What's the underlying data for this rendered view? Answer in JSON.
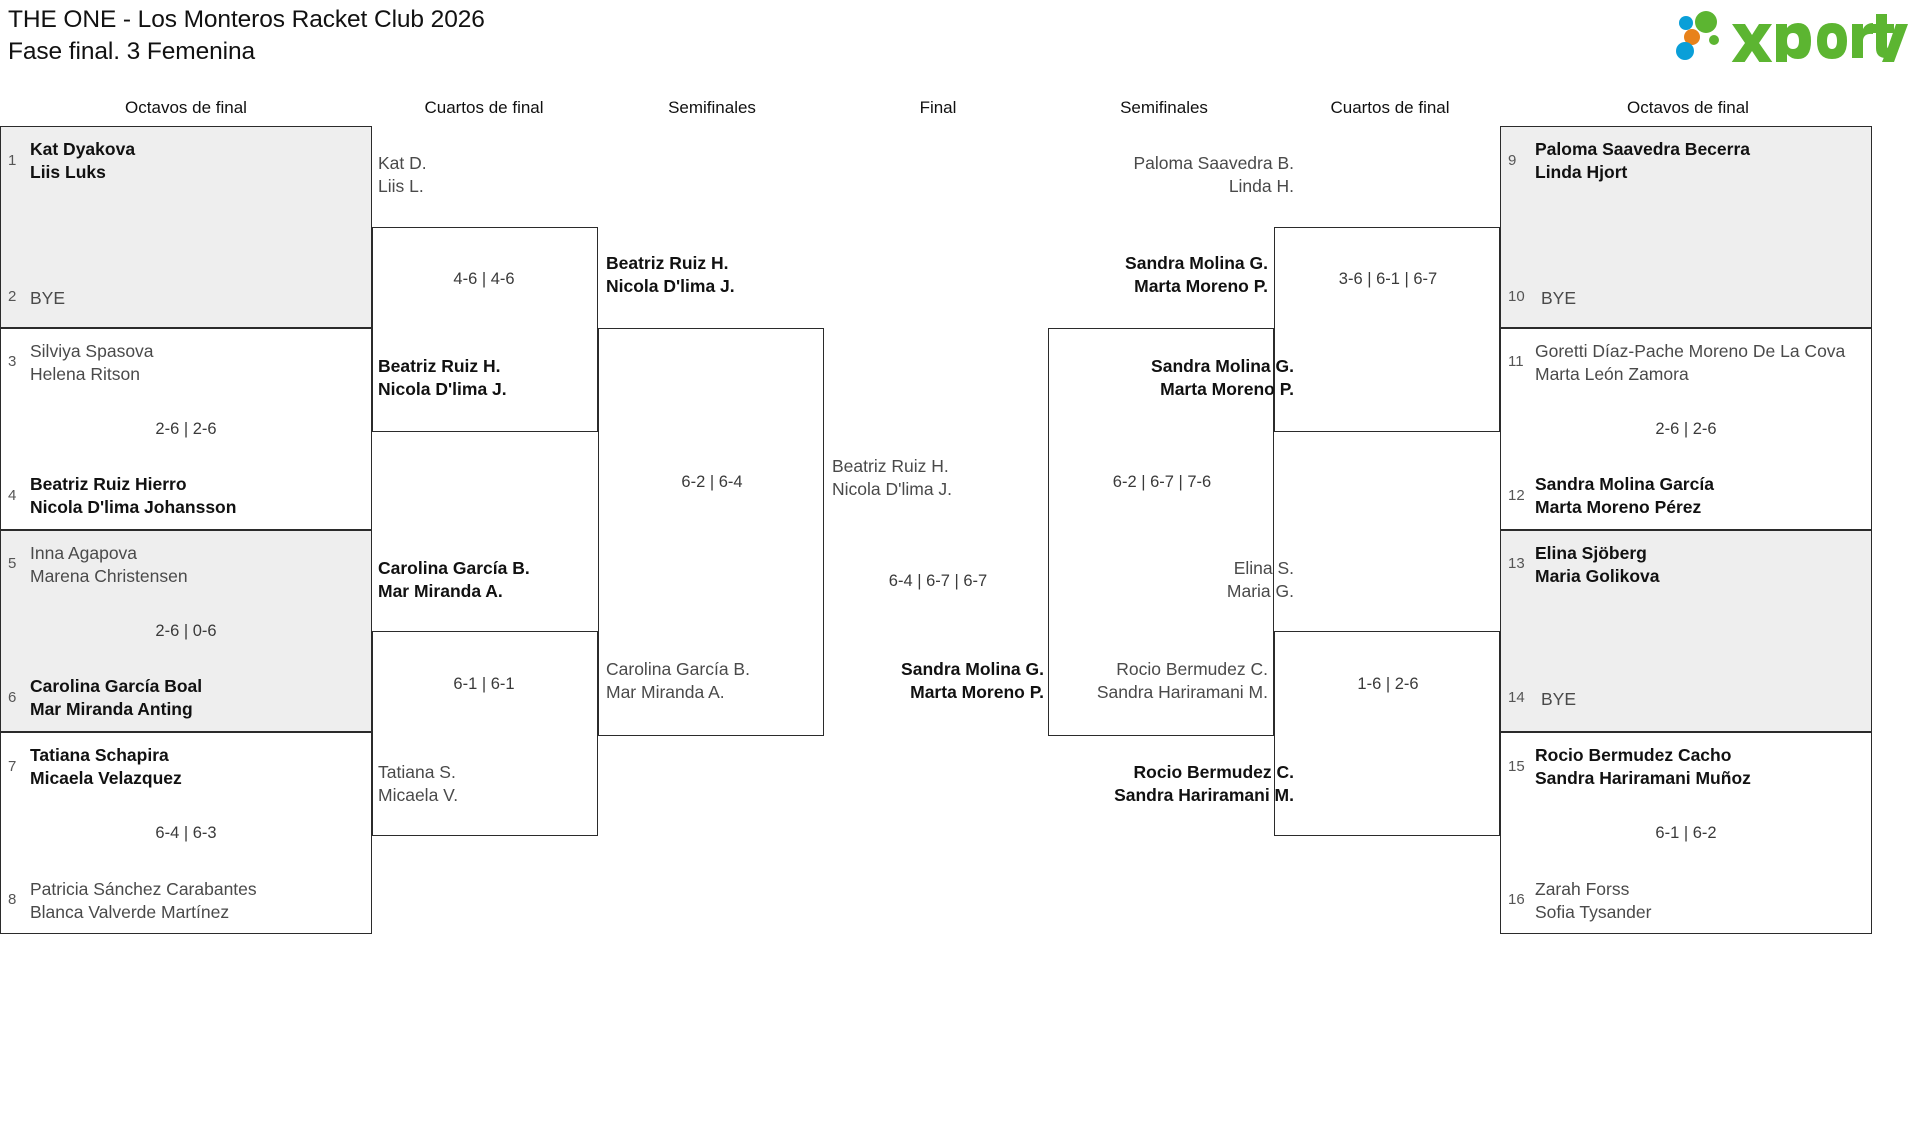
{
  "header": {
    "title_line1": "THE ONE - Los Monteros Racket Club 2026",
    "title_line2": "Fase final. 3 Femenina",
    "logo_text": "xporty",
    "logo_colors": {
      "green": "#5cb531",
      "blue": "#0a9fd8",
      "orange": "#e8821a"
    }
  },
  "round_headers": {
    "left_r16": "Octavos de final",
    "left_qf": "Cuartos de final",
    "left_sf": "Semifinales",
    "final": "Final",
    "right_sf": "Semifinales",
    "right_qf": "Cuartos de final",
    "right_r16": "Octavos de final"
  },
  "left": {
    "r16": [
      {
        "seed_top": "1",
        "seed_bot": "2",
        "top": {
          "l1": "Kat Dyakova",
          "l2": "Liis Luks",
          "winner": true
        },
        "bottom": {
          "l1": "BYE",
          "l2": "",
          "winner": false
        },
        "score": "",
        "shaded": true
      },
      {
        "seed_top": "3",
        "seed_bot": "4",
        "top": {
          "l1": "Silviya Spasova",
          "l2": "Helena Ritson",
          "winner": false
        },
        "bottom": {
          "l1": "Beatriz Ruiz Hierro",
          "l2": "Nicola D'lima Johansson",
          "winner": true
        },
        "score": "2-6 | 2-6",
        "shaded": false
      },
      {
        "seed_top": "5",
        "seed_bot": "6",
        "top": {
          "l1": "Inna Agapova",
          "l2": "Marena Christensen",
          "winner": false
        },
        "bottom": {
          "l1": "Carolina García Boal",
          "l2": "Mar Miranda Anting",
          "winner": true
        },
        "score": "2-6 | 0-6",
        "shaded": true
      },
      {
        "seed_top": "7",
        "seed_bot": "8",
        "top": {
          "l1": "Tatiana Schapira",
          "l2": "Micaela Velazquez",
          "winner": true
        },
        "bottom": {
          "l1": "Patricia Sánchez Carabantes",
          "l2": "Blanca Valverde Martínez",
          "winner": false
        },
        "score": "6-4 | 6-3",
        "shaded": false
      }
    ],
    "qf": [
      {
        "top": {
          "l1": "Kat D.",
          "l2": "Liis L.",
          "winner": false
        },
        "bottom": {
          "l1": "Beatriz Ruiz H.",
          "l2": "Nicola D'lima J.",
          "winner": true
        },
        "score": "4-6 | 4-6"
      },
      {
        "top": {
          "l1": "Carolina García B.",
          "l2": "Mar Miranda A.",
          "winner": true
        },
        "bottom": {
          "l1": "Tatiana S.",
          "l2": "Micaela V.",
          "winner": false
        },
        "score": "6-1 | 6-1"
      }
    ],
    "sf": [
      {
        "top": {
          "l1": "Beatriz Ruiz H.",
          "l2": "Nicola D'lima J.",
          "winner": true
        },
        "bottom": {
          "l1": "Carolina García B.",
          "l2": "Mar Miranda A.",
          "winner": false
        },
        "score": "6-2 | 6-4"
      }
    ]
  },
  "final": {
    "top": {
      "l1": "Beatriz Ruiz H.",
      "l2": "Nicola D'lima J.",
      "winner": false
    },
    "bottom": {
      "l1": "Sandra Molina G.",
      "l2": "Marta Moreno P.",
      "winner": true
    },
    "score": "6-4 | 6-7 | 6-7"
  },
  "right": {
    "sf": [
      {
        "top": {
          "l1": "Sandra Molina G.",
          "l2": "Marta Moreno P.",
          "winner": true
        },
        "bottom": {
          "l1": "Rocio Bermudez C.",
          "l2": "Sandra Hariramani M.",
          "winner": false
        },
        "score": "6-2 | 6-7 | 7-6"
      }
    ],
    "qf": [
      {
        "top": {
          "l1": "Paloma Saavedra B.",
          "l2": "Linda H.",
          "winner": false
        },
        "bottom": {
          "l1": "Sandra Molina G.",
          "l2": "Marta Moreno P.",
          "winner": true
        },
        "score": "3-6 | 6-1 | 6-7"
      },
      {
        "top": {
          "l1": "Elina S.",
          "l2": "Maria G.",
          "winner": false
        },
        "bottom": {
          "l1": "Rocio Bermudez C.",
          "l2": "Sandra Hariramani M.",
          "winner": true
        },
        "score": "1-6 | 2-6"
      }
    ],
    "r16": [
      {
        "seed_top": "9",
        "seed_bot": "10",
        "top": {
          "l1": "Paloma Saavedra Becerra",
          "l2": "Linda Hjort",
          "winner": true
        },
        "bottom": {
          "l1": "BYE",
          "l2": "",
          "winner": false
        },
        "score": "",
        "shaded": true
      },
      {
        "seed_top": "11",
        "seed_bot": "12",
        "top": {
          "l1": "Goretti Díaz-Pache Moreno De La Cova",
          "l2": "Marta León Zamora",
          "winner": false
        },
        "bottom": {
          "l1": "Sandra Molina García",
          "l2": "Marta Moreno Pérez",
          "winner": true
        },
        "score": "2-6 | 2-6",
        "shaded": false
      },
      {
        "seed_top": "13",
        "seed_bot": "14",
        "top": {
          "l1": "Elina Sjöberg",
          "l2": "Maria Golikova",
          "winner": true
        },
        "bottom": {
          "l1": "BYE",
          "l2": "",
          "winner": false
        },
        "score": "",
        "shaded": true
      },
      {
        "seed_top": "15",
        "seed_bot": "16",
        "top": {
          "l1": "Rocio Bermudez Cacho",
          "l2": "Sandra Hariramani Muñoz",
          "winner": true
        },
        "bottom": {
          "l1": "Zarah Forss",
          "l2": "Sofia Tysander",
          "winner": false
        },
        "score": "6-1 | 6-2",
        "shaded": false
      }
    ]
  }
}
